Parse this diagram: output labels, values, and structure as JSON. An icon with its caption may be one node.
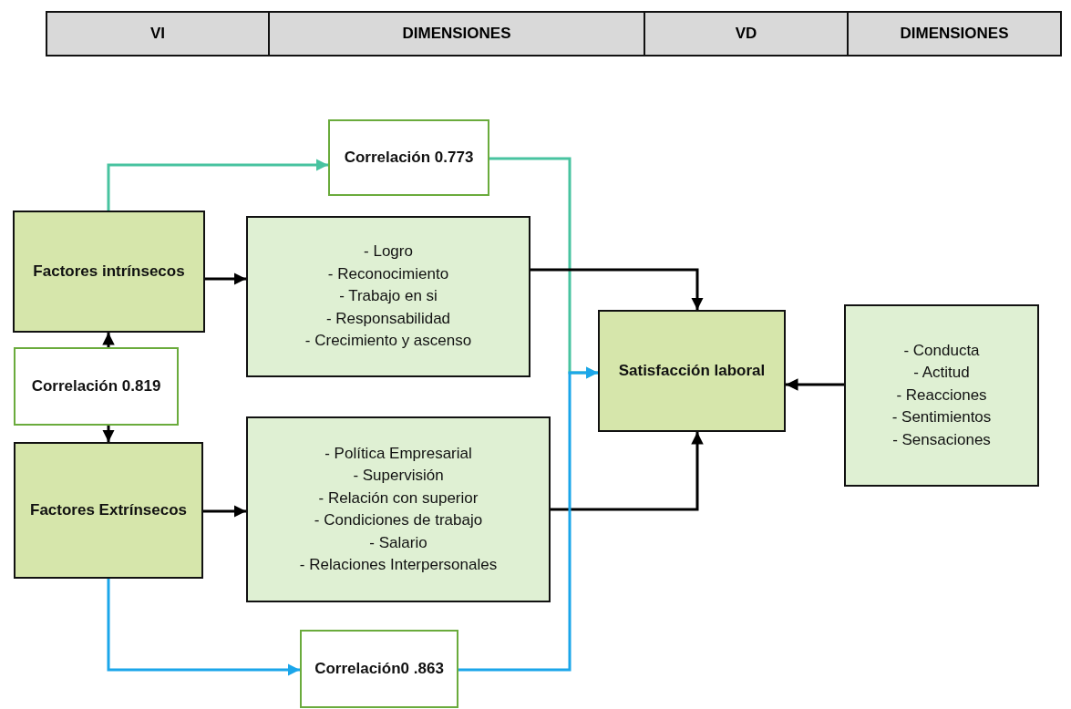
{
  "diagram": {
    "nodes": [
      {
        "text": [
          "Correlación 0.773"
        ]
      },
      {
        "text": [
          "Factores intrínsecos"
        ]
      },
      {
        "text": [
          "- Logro",
          "- Reconocimiento",
          "- Trabajo en si",
          "- Responsabilidad",
          "- Crecimiento y ascenso"
        ]
      },
      {
        "text": [
          "Satisfacción laboral"
        ]
      },
      {
        "text": [
          "- Conducta",
          "- Actitud",
          "- Reacciones",
          "- Sentimientos",
          "- Sensaciones"
        ]
      },
      {
        "text": [
          "Correlación 0.819"
        ]
      },
      {
        "text": [
          "Factores Extrínsecos"
        ]
      },
      {
        "text": [
          "- Política Empresarial",
          "- Supervisión",
          "- Relación con superior",
          "- Condiciones de trabajo",
          "- Salario",
          "- Relaciones Interpersonales"
        ]
      },
      {
        "text": [
          "Correlación0 .863"
        ]
      }
    ],
    "edges": [
      {
        "from": 1,
        "to": 0,
        "arrow": "to",
        "color": "#48c3a0"
      },
      {
        "from": 0,
        "to": 3,
        "arrow": "to",
        "color": "#48c3a0"
      },
      {
        "from": 1,
        "to": 2,
        "arrow": "to"
      },
      {
        "from": 2,
        "to": 3,
        "arrow": "to"
      },
      {
        "from": 5,
        "to": 1,
        "arrow": "to"
      },
      {
        "from": 5,
        "to": 6,
        "arrow": "to"
      },
      {
        "from": 6,
        "to": 7,
        "arrow": "to"
      },
      {
        "from": 7,
        "to": 3,
        "arrow": "to"
      },
      {
        "from": 4,
        "to": 3,
        "arrow": "to"
      },
      {
        "from": 6,
        "to": 8,
        "arrow": "to",
        "color": "#1ba6ea"
      },
      {
        "from": 8,
        "to": 3,
        "arrow": "to",
        "color": "#1ba6ea"
      }
    ],
    "labels": [
      "VI",
      "DIMENSIONES",
      "VD",
      "DIMENSIONES"
    ]
  }
}
